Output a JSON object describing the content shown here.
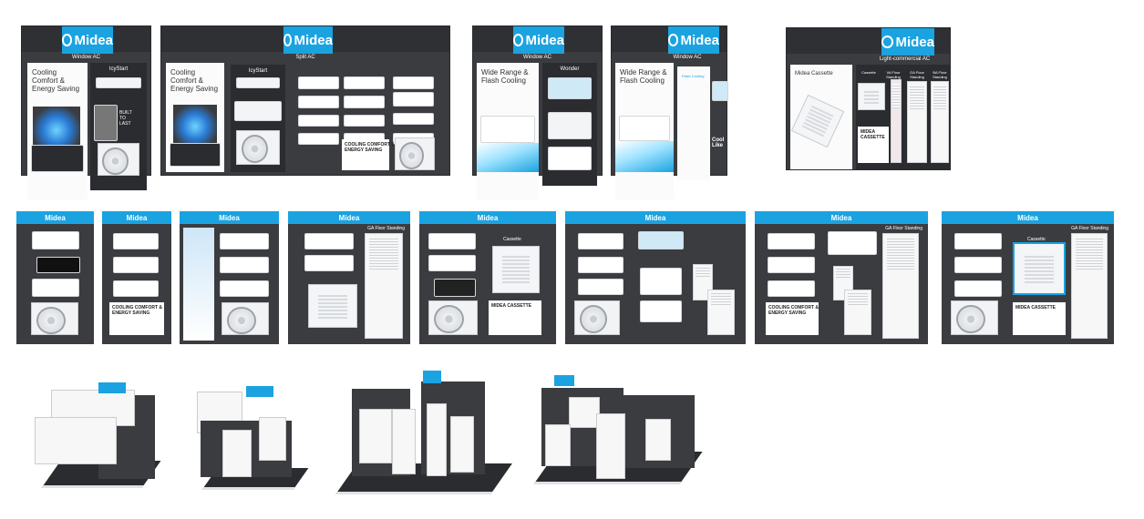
{
  "brand": "Midea",
  "colors": {
    "brand_blue": "#1aa3e0",
    "stand_dark": "#3a3c40",
    "panel_white": "#ffffff"
  },
  "row1": [
    {
      "subtitle": "Window AC",
      "poster": "Cooling\nComfort &\nEnergy Saving",
      "badge": "IcyStart",
      "small": "BUILT\nTO\nLAST"
    },
    {
      "subtitle": "Split AC",
      "poster": "Cooling\nComfort &\nEnergy Saving",
      "badge": "IcyStart",
      "card": "COOLING COMFORT &\nENERGY SAVING"
    },
    {
      "subtitle": "Window AC",
      "poster": "Wide Range &\nFlash Cooling",
      "badge": "Wonder"
    },
    {
      "subtitle": "Window AC",
      "poster": "Wide Range &\nFlash Cooling",
      "badge": "Flash Cooling",
      "side": "Cool\nLike"
    },
    {
      "subtitle": "Light-commercial AC",
      "poster": "Midea Cassette",
      "labels": [
        "Cassette",
        "VA Floor Standing",
        "GA Floor Standing",
        "BA Floor Standing"
      ],
      "card": "MIDEA CASSETTE"
    }
  ],
  "row2": [
    {
      "bar": "Midea"
    },
    {
      "bar": "Midea",
      "card": "COOLING COMFORT &\nENERGY SAVING"
    },
    {
      "bar": "Midea"
    },
    {
      "bar": "Midea",
      "side": "GA Floor Standing"
    },
    {
      "bar": "Midea",
      "side": "Cassette",
      "card": "MIDEA CASSETTE"
    },
    {
      "bar": "Midea"
    },
    {
      "bar": "Midea",
      "side": "GA Floor Standing",
      "card": "COOLING COMFORT &\nENERGY SAVING"
    },
    {
      "bar": "Midea",
      "side": "GA Floor Standing",
      "side2": "Cassette",
      "card": "MIDEA CASSETTE"
    }
  ]
}
